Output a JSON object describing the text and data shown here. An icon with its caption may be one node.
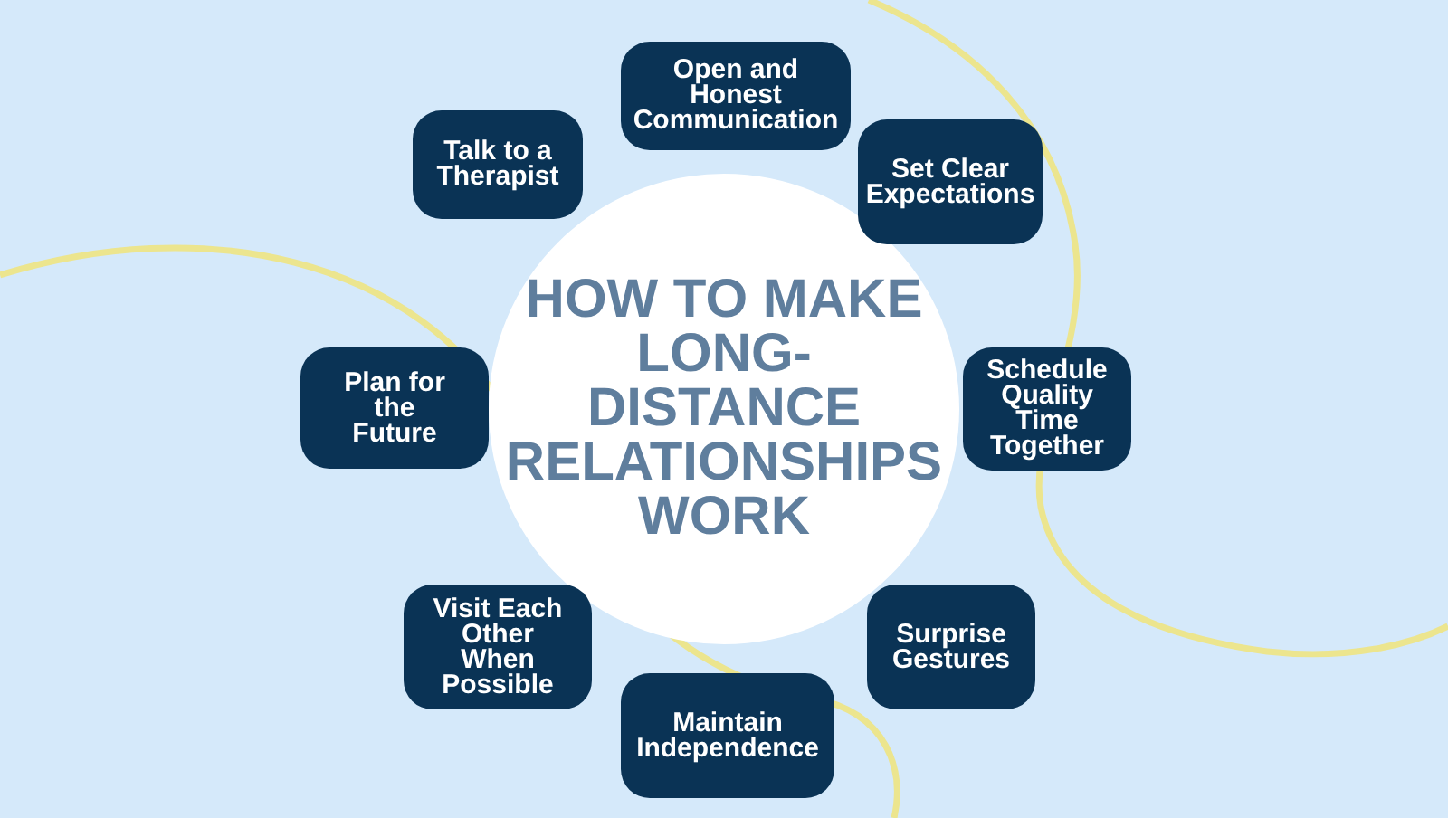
{
  "diagram": {
    "nodes": [
      {
        "text": [
          "HOW TO MAKE LONG-DISTANCE RELATIONSHIPS WORK"
        ]
      },
      {
        "text": [
          "Open and Honest Communication"
        ]
      },
      {
        "text": [
          "Set Clear Expectations"
        ]
      },
      {
        "text": [
          "Schedule Quality Time Together"
        ]
      },
      {
        "text": [
          "Surprise Gestures"
        ]
      },
      {
        "text": [
          "Maintain Independence"
        ]
      },
      {
        "text": [
          "Visit Each Other When Possible"
        ]
      },
      {
        "text": [
          "Plan for the Future"
        ]
      },
      {
        "text": [
          "Talk to a Therapist"
        ]
      }
    ]
  }
}
